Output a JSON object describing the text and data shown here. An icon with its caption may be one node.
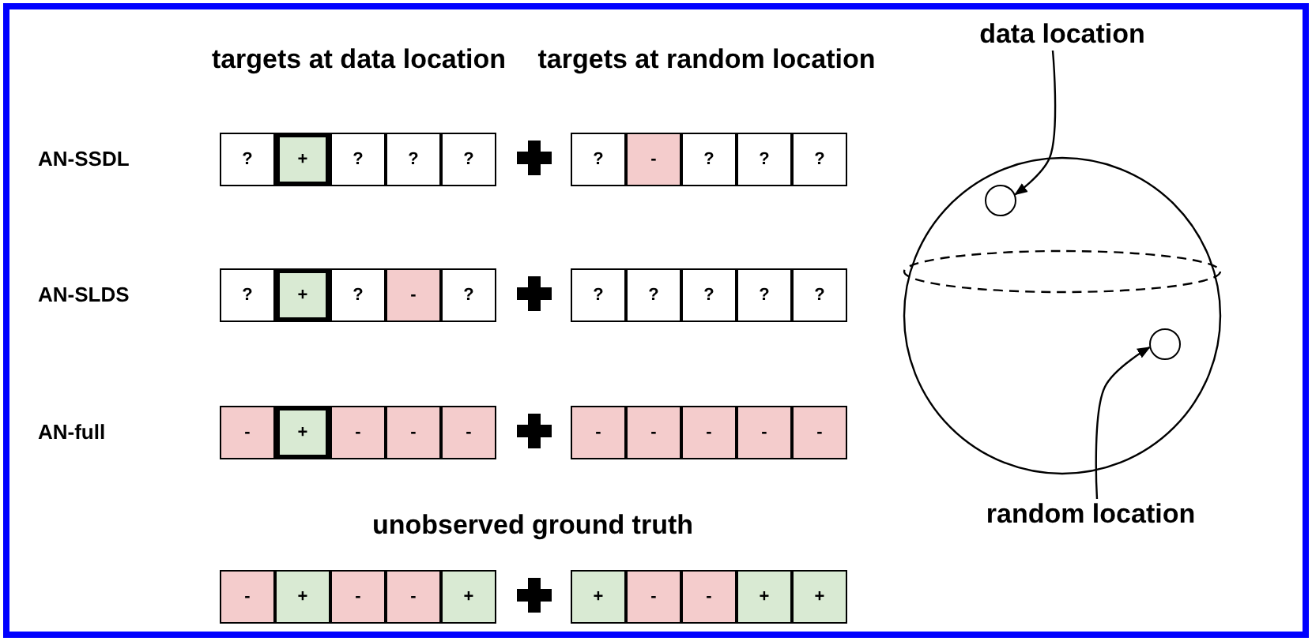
{
  "diagram": {
    "nodes": [
      {
        "text": [
          "data location"
        ]
      },
      {
        "text": [],
        "shape": "circle"
      },
      {
        "text": [
          "random location"
        ]
      },
      {
        "text": [],
        "shape": "circle"
      }
    ],
    "edges": [
      {
        "from": 0,
        "to": 1,
        "arrow": "to"
      },
      {
        "from": 2,
        "to": 3,
        "arrow": "to"
      }
    ],
    "labels": [
      "targets at data location",
      "targets at random location",
      "AN-SSDL",
      "?",
      "+",
      "?",
      "?",
      "?",
      "?",
      "-",
      "?",
      "?",
      "?",
      "AN-SLDS",
      "?",
      "+",
      "?",
      "-",
      "?",
      "?",
      "?",
      "?",
      "?",
      "?",
      "AN-full",
      "-",
      "+",
      "-",
      "-",
      "-",
      "-",
      "-",
      "-",
      "-",
      "-",
      "unobserved ground truth",
      "-",
      "+",
      "-",
      "-",
      "+",
      "+",
      "-",
      "-",
      "+",
      "+"
    ]
  }
}
